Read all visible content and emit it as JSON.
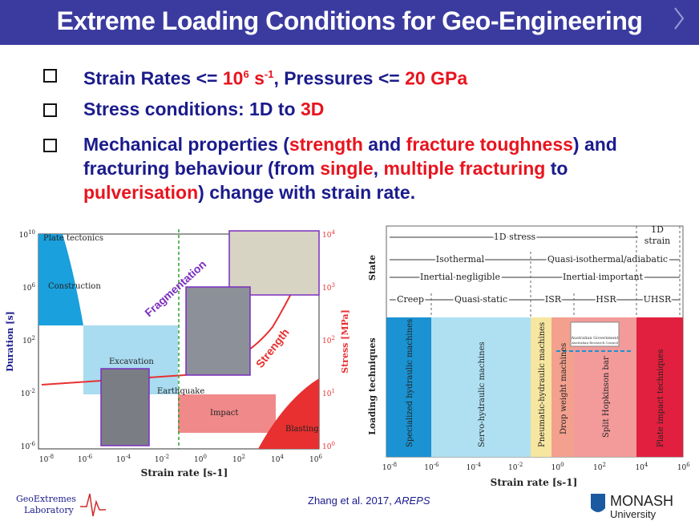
{
  "slide": {
    "title": "Extreme Loading Conditions for Geo-Engineering",
    "bullets": {
      "b1": {
        "p1": "Strain Rates <= ",
        "r1": "10",
        "sup1": "6",
        "p2": " s",
        "sup2": "-1",
        "p3": ", Pressures <= ",
        "r2": "20 GPa"
      },
      "b2": {
        "p1": "Stress conditions: 1D to ",
        "r1": "3D"
      },
      "b3": {
        "p1": "Mechanical properties (",
        "r1": "strength",
        "p2": " and ",
        "r2": "fracture toughness",
        "p3": ") and fracturing behaviour (from ",
        "r3": "single",
        "p4": ", ",
        "r4": "multiple fracturing",
        "p5": " to ",
        "r5": "pulverisation",
        "p6": ") change with strain rate."
      }
    },
    "citation": {
      "text": "Zhang et al. 2017, ",
      "journal": "AREPS"
    },
    "logo_left": {
      "line1": "GeoExtremes",
      "line2": "Laboratory"
    },
    "logo_right": {
      "name": "MONASH",
      "sub": "University"
    }
  },
  "left_chart": {
    "y_ticks": [
      "10",
      "10",
      "10",
      "10",
      "10"
    ],
    "y_exps": [
      "10",
      "6",
      "2",
      "-2",
      "-6"
    ],
    "x_ticks": [
      "10",
      "10",
      "10",
      "10",
      "10",
      "10",
      "10",
      "10"
    ],
    "x_exps": [
      "-8",
      "-6",
      "-4",
      "-2",
      "0",
      "2",
      "4",
      "6"
    ],
    "right_exps": [
      "4",
      "3",
      "2",
      "1",
      "0"
    ],
    "xlabel": "Strain rate [s-1]",
    "ylabel": "Duration [s]",
    "y2label": "Stress [MPa]",
    "regions": [
      "Plate tectonics",
      "Construction",
      "Excavation",
      "Earthquake",
      "Impact",
      "Blasting"
    ],
    "fragmentation": "Fragmentation",
    "strength": "Strength",
    "colors": {
      "blue": "#1aa0dc",
      "lightblue": "#a9dcf0",
      "pink": "#f08a8a",
      "red": "#e83030",
      "purple": "#7b2fbe",
      "green": "#2ca02c"
    }
  },
  "right_chart": {
    "row_state": "State",
    "row_loading": "Loading techniques",
    "xlabel": "Strain rate [s-1]",
    "x_exps": [
      "-8",
      "-6",
      "-4",
      "-2",
      "0",
      "2",
      "4",
      "6"
    ],
    "arrows": {
      "stress_1d": "1D stress",
      "strain_1d_a": "1D",
      "strain_1d_b": "strain",
      "isothermal": "Isothermal",
      "quasi_iso": "Quasi-isothermal/adiabatic",
      "inertial_neg": "Inertial negligible",
      "inertial_imp": "Inertial important",
      "creep": "Creep",
      "quasi_static": "Quasi-static",
      "isr": "ISR",
      "hsr": "HSR",
      "uhsr": "UHSR"
    },
    "techniques": [
      "Specialized hydraulic machines",
      "Servo-hydraulic machines",
      "Pneumatic-hydraulic machines",
      "Drop weight machines",
      "Split Hopkinson bar",
      "Plate impact techniques"
    ],
    "badge": {
      "line1": "Australian Government",
      "line2": "Australian Research Council"
    },
    "colors": {
      "blue": "#1b92d1",
      "lightblue": "#aee0f2",
      "yellow": "#f6e6a0",
      "salmon": "#f4a08e",
      "pink": "#f39a9a",
      "crimson": "#e0203e"
    }
  }
}
